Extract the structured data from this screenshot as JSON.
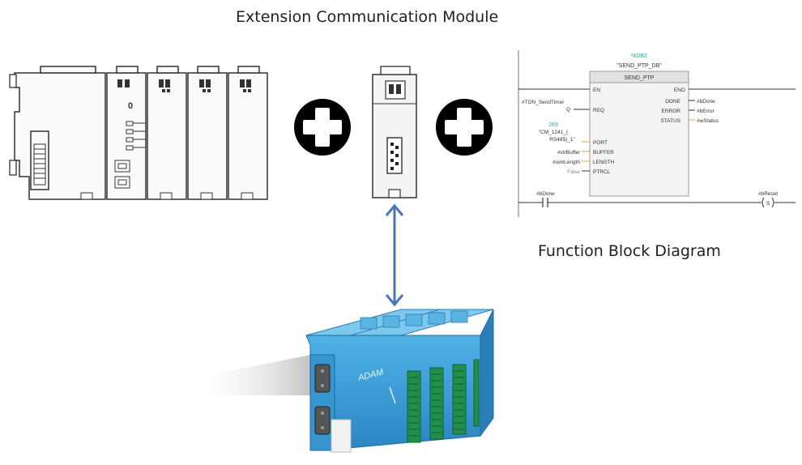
{
  "captions": {
    "top": "Extension Communication Module",
    "fbd": "Function Block Diagram"
  },
  "fbd": {
    "db_number": "%DB2",
    "db_name": "\"SEND_PTP_DB\"",
    "block_name": "SEND_PTP",
    "en": "EN",
    "eno": "ENO",
    "req_source": "#TON_SendTimer",
    "req_q": "Q",
    "req": "REQ",
    "done": "DONE",
    "done_out": "#bDone",
    "error": "ERROR",
    "error_out": "#bError",
    "status": "STATUS",
    "status_out": "#wStatus",
    "port_value": "269",
    "port_name_1": "\"CM_1241_(",
    "port_name_2": "RS485)_1\"",
    "port": "PORT",
    "buffer_source": "#strBuffer",
    "buffer": "BUFFER",
    "length_source": "#uintLength",
    "length": "LENGTH",
    "ptrcl_source": "False",
    "ptrcl": "PTRCL",
    "contact_label": "#bDone",
    "coil_label": "#bReset",
    "coil_symbol": "S"
  },
  "device_brand": "ADAM"
}
